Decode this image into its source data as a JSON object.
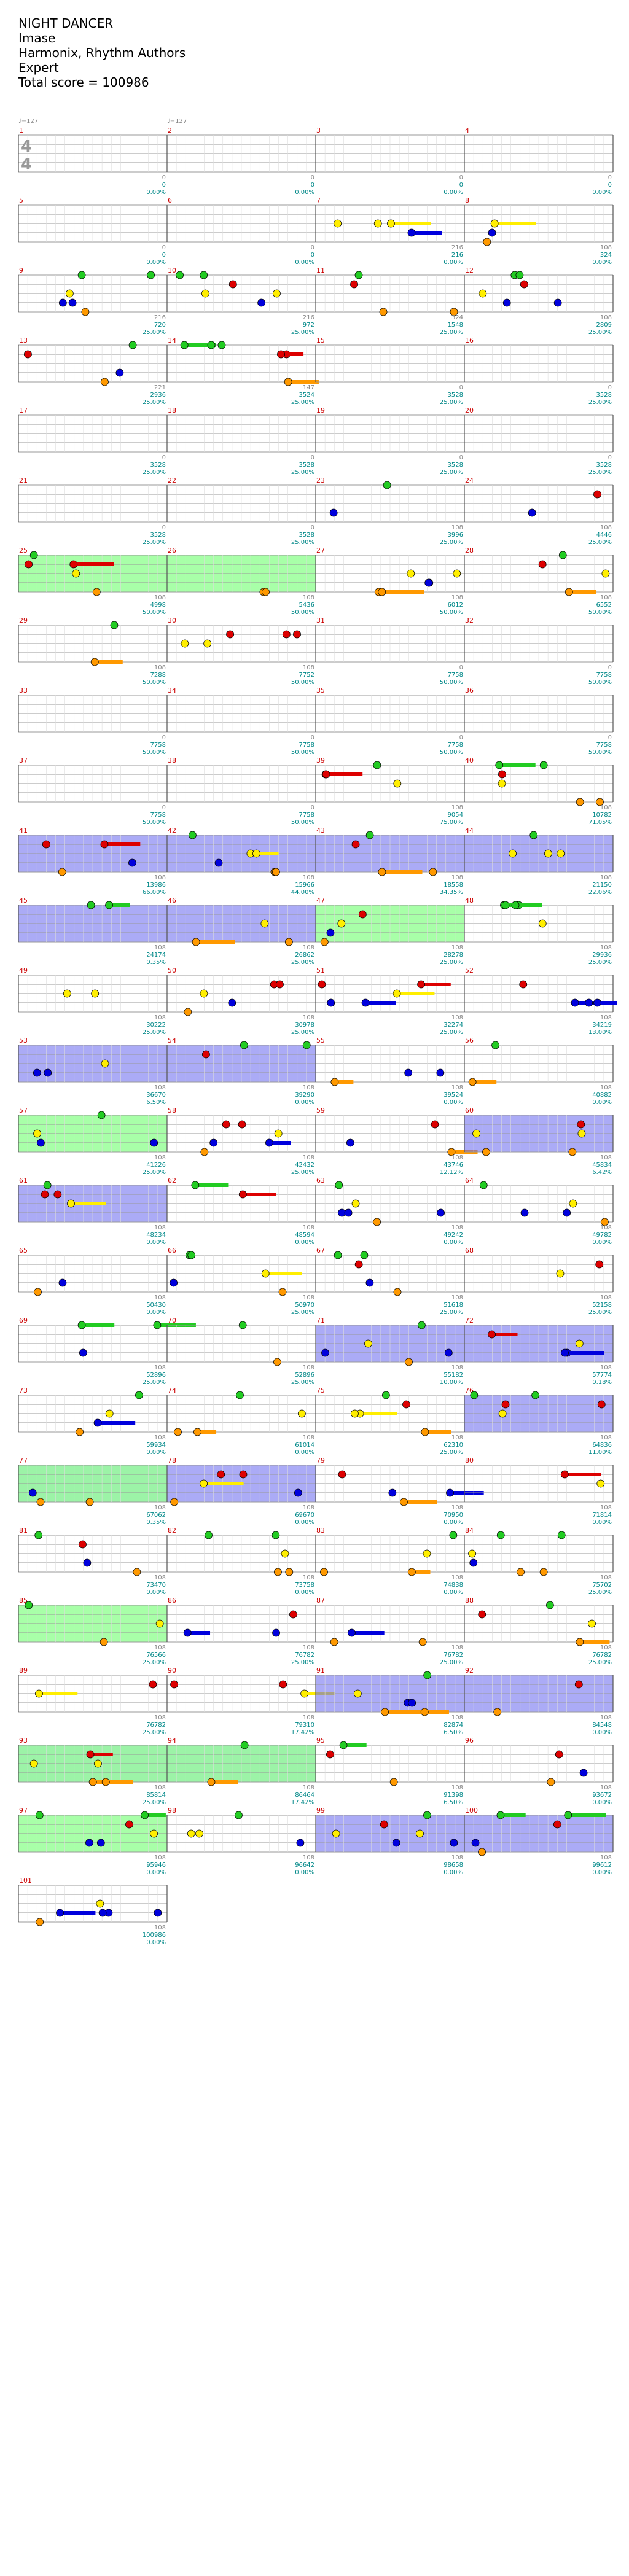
{
  "header": {
    "title": "NIGHT DANCER",
    "artist": "Imase",
    "authors": "Harmonix, Rhythm Authors",
    "difficulty": "Expert",
    "total_score": "Total score = 100986"
  },
  "tempo_markers": [
    "♩=127",
    "♩=127"
  ],
  "time_signature": "4/4",
  "colors": {
    "green": "#22cc22",
    "red": "#dd0000",
    "yellow": "#ffee00",
    "blue": "#0000dd",
    "orange": "#ff9900",
    "star_power": "#99ff99",
    "activation": "#6666ee",
    "bar_number": "#cc0000",
    "score": "#008888",
    "note_count": "#888888"
  },
  "measures": [
    {
      "n": "1",
      "count": "0",
      "score": "0",
      "mult": "0.00%"
    },
    {
      "n": "2",
      "count": "0",
      "score": "0",
      "mult": "0.00%"
    },
    {
      "n": "3",
      "count": "0",
      "score": "0",
      "mult": "0.00%"
    },
    {
      "n": "4",
      "count": "0",
      "score": "0",
      "mult": "0.00%"
    },
    {
      "n": "5",
      "count": "0",
      "score": "0",
      "mult": "0.00%"
    },
    {
      "n": "6",
      "count": "0",
      "score": "0",
      "mult": "0.00%"
    },
    {
      "n": "7",
      "count": "216",
      "score": "216",
      "mult": "0.00%"
    },
    {
      "n": "8",
      "count": "108",
      "score": "324",
      "mult": "0.00%"
    },
    {
      "n": "9",
      "count": "216",
      "score": "720",
      "mult": "25.00%"
    },
    {
      "n": "10",
      "count": "216",
      "score": "972",
      "mult": "25.00%"
    },
    {
      "n": "11",
      "count": "324",
      "score": "1548",
      "mult": "25.00%"
    },
    {
      "n": "12",
      "count": "108",
      "score": "2809",
      "mult": "25.00%"
    },
    {
      "n": "13",
      "count": "221",
      "score": "2936",
      "mult": "25.00%"
    },
    {
      "n": "14",
      "count": "147",
      "score": "3524",
      "mult": "25.00%"
    },
    {
      "n": "15",
      "count": "0",
      "score": "3528",
      "mult": "25.00%"
    },
    {
      "n": "16",
      "count": "0",
      "score": "3528",
      "mult": "25.00%"
    },
    {
      "n": "17",
      "count": "0",
      "score": "3528",
      "mult": "25.00%"
    },
    {
      "n": "18",
      "count": "0",
      "score": "3528",
      "mult": "25.00%"
    },
    {
      "n": "19",
      "count": "0",
      "score": "3528",
      "mult": "25.00%"
    },
    {
      "n": "20",
      "count": "0",
      "score": "3528",
      "mult": "25.00%"
    },
    {
      "n": "21",
      "count": "0",
      "score": "3528",
      "mult": "25.00%"
    },
    {
      "n": "22",
      "count": "0",
      "score": "3528",
      "mult": "25.00%"
    },
    {
      "n": "23",
      "count": "108",
      "score": "3996",
      "mult": "25.00%"
    },
    {
      "n": "24",
      "count": "108",
      "score": "4446",
      "mult": "25.00%"
    },
    {
      "n": "25",
      "count": "108",
      "score": "4998",
      "mult": "50.00%"
    },
    {
      "n": "26",
      "count": "108",
      "score": "5436",
      "mult": "50.00%"
    },
    {
      "n": "27",
      "count": "108",
      "score": "6012",
      "mult": "50.00%"
    },
    {
      "n": "28",
      "count": "108",
      "score": "6552",
      "mult": "50.00%"
    },
    {
      "n": "29",
      "count": "108",
      "score": "7288",
      "mult": "50.00%"
    },
    {
      "n": "30",
      "count": "108",
      "score": "7752",
      "mult": "50.00%"
    },
    {
      "n": "31",
      "count": "0",
      "score": "7758",
      "mult": "50.00%"
    },
    {
      "n": "32",
      "count": "0",
      "score": "7758",
      "mult": "50.00%"
    },
    {
      "n": "33",
      "count": "0",
      "score": "7758",
      "mult": "50.00%"
    },
    {
      "n": "34",
      "count": "0",
      "score": "7758",
      "mult": "50.00%"
    },
    {
      "n": "35",
      "count": "0",
      "score": "7758",
      "mult": "50.00%"
    },
    {
      "n": "36",
      "count": "0",
      "score": "7758",
      "mult": "50.00%"
    },
    {
      "n": "37",
      "count": "0",
      "score": "7758",
      "mult": "50.00%"
    },
    {
      "n": "38",
      "count": "0",
      "score": "7758",
      "mult": "50.00%"
    },
    {
      "n": "39",
      "count": "108",
      "score": "9054",
      "mult": "75.00%"
    },
    {
      "n": "40",
      "count": "108",
      "score": "10782",
      "mult": "71.05%"
    },
    {
      "n": "41",
      "count": "108",
      "score": "13986",
      "mult": "66.00%"
    },
    {
      "n": "42",
      "count": "108",
      "score": "15966",
      "mult": "44.00%"
    },
    {
      "n": "43",
      "count": "108",
      "score": "18558",
      "mult": "34.35%"
    },
    {
      "n": "44",
      "count": "108",
      "score": "21150",
      "mult": "22.06%"
    },
    {
      "n": "45",
      "count": "108",
      "score": "24174",
      "mult": "0.35%"
    },
    {
      "n": "46",
      "count": "108",
      "score": "26862",
      "mult": "25.00%"
    },
    {
      "n": "47",
      "count": "108",
      "score": "28278",
      "mult": "25.00%"
    },
    {
      "n": "48",
      "count": "108",
      "score": "29936",
      "mult": "25.00%"
    },
    {
      "n": "49",
      "count": "108",
      "score": "30222",
      "mult": "25.00%"
    },
    {
      "n": "50",
      "count": "108",
      "score": "30978",
      "mult": "25.00%"
    },
    {
      "n": "51",
      "count": "108",
      "score": "32274",
      "mult": "25.00%"
    },
    {
      "n": "52",
      "count": "108",
      "score": "34219",
      "mult": "13.00%"
    },
    {
      "n": "53",
      "count": "108",
      "score": "36670",
      "mult": "6.50%"
    },
    {
      "n": "54",
      "count": "108",
      "score": "39290",
      "mult": "0.00%"
    },
    {
      "n": "55",
      "count": "108",
      "score": "39524",
      "mult": "0.00%"
    },
    {
      "n": "56",
      "count": "108",
      "score": "40882",
      "mult": "0.00%"
    },
    {
      "n": "57",
      "count": "108",
      "score": "41226",
      "mult": "25.00%"
    },
    {
      "n": "58",
      "count": "108",
      "score": "42432",
      "mult": "25.00%"
    },
    {
      "n": "59",
      "count": "108",
      "score": "43746",
      "mult": "12.12%"
    },
    {
      "n": "60",
      "count": "108",
      "score": "45834",
      "mult": "6.42%"
    },
    {
      "n": "61",
      "count": "108",
      "score": "48234",
      "mult": "0.00%"
    },
    {
      "n": "62",
      "count": "108",
      "score": "48594",
      "mult": "0.00%"
    },
    {
      "n": "63",
      "count": "108",
      "score": "49242",
      "mult": "0.00%"
    },
    {
      "n": "64",
      "count": "108",
      "score": "49782",
      "mult": "0.00%"
    },
    {
      "n": "65",
      "count": "108",
      "score": "50430",
      "mult": "0.00%"
    },
    {
      "n": "66",
      "count": "108",
      "score": "50970",
      "mult": "25.00%"
    },
    {
      "n": "67",
      "count": "108",
      "score": "51618",
      "mult": "25.00%"
    },
    {
      "n": "68",
      "count": "108",
      "score": "52158",
      "mult": "25.00%"
    },
    {
      "n": "69",
      "count": "108",
      "score": "52896",
      "mult": "25.00%"
    },
    {
      "n": "70",
      "count": "108",
      "score": "52896",
      "mult": "25.00%"
    },
    {
      "n": "71",
      "count": "108",
      "score": "55182",
      "mult": "10.00%"
    },
    {
      "n": "72",
      "count": "108",
      "score": "57774",
      "mult": "0.18%"
    },
    {
      "n": "73",
      "count": "108",
      "score": "59934",
      "mult": "0.00%"
    },
    {
      "n": "74",
      "count": "108",
      "score": "61014",
      "mult": "0.00%"
    },
    {
      "n": "75",
      "count": "108",
      "score": "62310",
      "mult": "25.00%"
    },
    {
      "n": "76",
      "count": "108",
      "score": "64836",
      "mult": "11.00%"
    },
    {
      "n": "77",
      "count": "108",
      "score": "67062",
      "mult": "0.35%"
    },
    {
      "n": "78",
      "count": "108",
      "score": "69670",
      "mult": "0.00%"
    },
    {
      "n": "79",
      "count": "108",
      "score": "70950",
      "mult": "0.00%"
    },
    {
      "n": "80",
      "count": "108",
      "score": "71814",
      "mult": "0.00%"
    },
    {
      "n": "81",
      "count": "108",
      "score": "73470",
      "mult": "0.00%"
    },
    {
      "n": "82",
      "count": "108",
      "score": "73758",
      "mult": "0.00%"
    },
    {
      "n": "83",
      "count": "108",
      "score": "74838",
      "mult": "0.00%"
    },
    {
      "n": "84",
      "count": "108",
      "score": "75702",
      "mult": "25.00%"
    },
    {
      "n": "85",
      "count": "108",
      "score": "76566",
      "mult": "25.00%"
    },
    {
      "n": "86",
      "count": "108",
      "score": "76782",
      "mult": "25.00%"
    },
    {
      "n": "87",
      "count": "108",
      "score": "76782",
      "mult": "25.00%"
    },
    {
      "n": "88",
      "count": "108",
      "score": "76782",
      "mult": "25.00%"
    },
    {
      "n": "89",
      "count": "108",
      "score": "76782",
      "mult": "25.00%"
    },
    {
      "n": "90",
      "count": "108",
      "score": "79310",
      "mult": "17.42%"
    },
    {
      "n": "91",
      "count": "108",
      "score": "82874",
      "mult": "6.50%"
    },
    {
      "n": "92",
      "count": "108",
      "score": "84548",
      "mult": "0.00%"
    },
    {
      "n": "93",
      "count": "108",
      "score": "85814",
      "mult": "25.00%"
    },
    {
      "n": "94",
      "count": "108",
      "score": "86464",
      "mult": "17.42%"
    },
    {
      "n": "95",
      "count": "108",
      "score": "91398",
      "mult": "6.50%"
    },
    {
      "n": "96",
      "count": "108",
      "score": "93672",
      "mult": "0.00%"
    },
    {
      "n": "97",
      "count": "108",
      "score": "95946",
      "mult": "0.00%"
    },
    {
      "n": "98",
      "count": "108",
      "score": "96642",
      "mult": "0.00%"
    },
    {
      "n": "99",
      "count": "108",
      "score": "98658",
      "mult": "0.00%"
    },
    {
      "n": "100",
      "count": "108",
      "score": "99612",
      "mult": "0.00%"
    },
    {
      "n": "101",
      "count": "108",
      "score": "100986",
      "mult": "0.00%"
    }
  ]
}
